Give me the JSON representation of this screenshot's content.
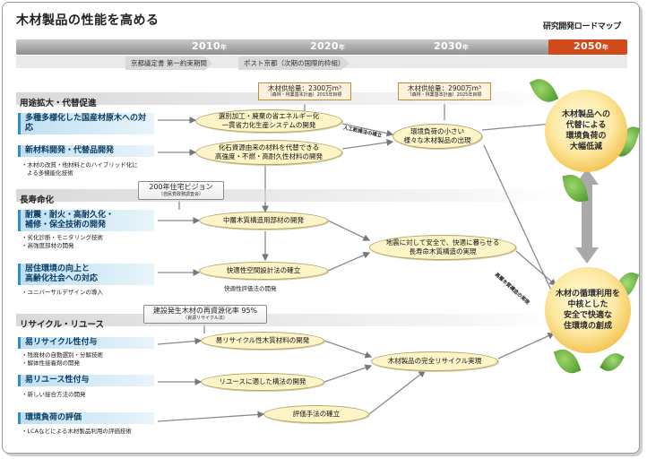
{
  "title": "木材製品の性能を高める",
  "brand": "研究開発ロードマップ",
  "timeline": {
    "years": [
      {
        "value": "2010",
        "unit": "年"
      },
      {
        "value": "2020",
        "unit": "年"
      },
      {
        "value": "2030",
        "unit": "年"
      },
      {
        "value": "2050",
        "unit": "年"
      }
    ],
    "periods": [
      "京都議定書 第一約束期間",
      "ポスト京都（次期の国際的枠組）"
    ]
  },
  "sections": {
    "s1": "用途拡大・代替促進",
    "s2": "長寿命化",
    "s3": "リサイクル・リユース"
  },
  "left_items": {
    "i1": {
      "label": "多種多様化した国産材原木への対応"
    },
    "i2": {
      "label": "新材料開発・代替品開発",
      "notes": [
        "・木材の改質・他材料とのハイブリッド化に",
        "よる多機能化技術"
      ]
    },
    "i3": {
      "label_lines": [
        "耐震・耐火・高耐久化・",
        "補修・保全技術の開発"
      ],
      "notes": [
        "・劣化診断・モニタリング技術",
        "・高強度部材の開発"
      ]
    },
    "i4": {
      "label_lines": [
        "居住環境の向上と",
        "高齢化社会への対応"
      ],
      "notes": [
        "・ユニバーサルデザインの導入"
      ]
    },
    "i5": {
      "label": "易リサイクル性付与",
      "notes": [
        "・残廃材の自動選別・分解技術",
        "・解体性接着剤の開発"
      ]
    },
    "i6": {
      "label": "易リユース性付与",
      "notes": [
        "・新しい接合方法の開発"
      ]
    },
    "i7": {
      "label": "環境負荷の評価",
      "notes": [
        "・LCAなどによる木材製品利用の評価技術"
      ]
    }
  },
  "supply": {
    "s2015": {
      "main": "木材供給量：2300万m³",
      "sub": "（森林・林業基本計画）2015年目標"
    },
    "s2025": {
      "main": "木材供給量：2900万m³",
      "sub": "（森林・林業基本計画）2025年目標"
    }
  },
  "tags": {
    "housing": {
      "main": "200年住宅ビジョン",
      "sub": "（自民党政務調査会）"
    },
    "recycle": {
      "main": "建設発生木材の再資源化率 95%",
      "sub": "（資源リサイクル法）"
    }
  },
  "ovals": {
    "o1": [
      "選別加工・廃棄の省エネルギー化",
      "一貫省力化生産システムの開発"
    ],
    "o2": [
      "化石資源由来の材料を代替できる",
      "高強度・不燃・高耐久性材料の開発"
    ],
    "o3": [
      "環境負荷の小さい",
      "様々な木材製品の出現"
    ],
    "o4": [
      "中層木質構造用部材の開発"
    ],
    "o5": [
      "快適性空間設計法の確立"
    ],
    "o6": [
      "地震に対して安全で、快適に暮らせる",
      "長寿命木質構造の実現"
    ],
    "o7": [
      "易リサイクル性木質材料の開発"
    ],
    "o8": [
      "リユースに適した構法の開発"
    ],
    "o9": [
      "木材製品の完全リサイクル実現"
    ],
    "o10": [
      "評価手法の確立"
    ]
  },
  "sub_labels": {
    "comfort_eval": "快適性評価法の開発",
    "diag_top": "人工乾燥法の確立",
    "diag_bottom": "高層木質構造の実現"
  },
  "goals": {
    "g1": [
      "木材製品への",
      "代替による",
      "環境負荷の",
      "大幅低減"
    ],
    "g2": [
      "木材の循環利用を",
      "中核とした",
      "安全で快適な",
      "住環境の創成"
    ]
  }
}
